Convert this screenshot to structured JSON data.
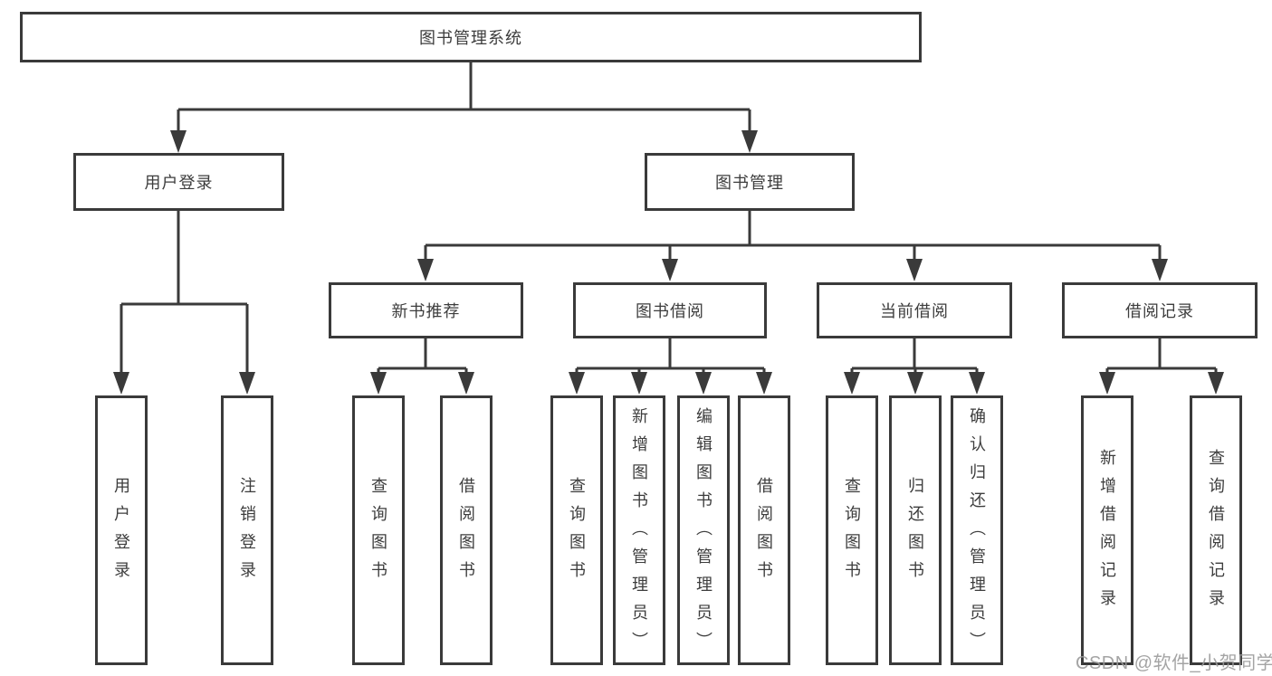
{
  "tree": {
    "root": {
      "label": "图书管理系统"
    },
    "user_login": {
      "label": "用户登录",
      "children": [
        {
          "label": "用户登录"
        },
        {
          "label": "注销登录"
        }
      ]
    },
    "book_management": {
      "label": "图书管理",
      "sections": [
        {
          "label": "新书推荐",
          "children": [
            {
              "label": "查询图书"
            },
            {
              "label": "借阅图书"
            }
          ]
        },
        {
          "label": "图书借阅",
          "children": [
            {
              "label": "查询图书"
            },
            {
              "label": "新增图书（管理员）"
            },
            {
              "label": "编辑图书（管理员）"
            },
            {
              "label": "借阅图书"
            }
          ]
        },
        {
          "label": "当前借阅",
          "children": [
            {
              "label": "查询图书"
            },
            {
              "label": "归还图书"
            },
            {
              "label": "确认归还（管理员）"
            }
          ]
        },
        {
          "label": "借阅记录",
          "children": [
            {
              "label": "新增借阅记录"
            },
            {
              "label": "查询借阅记录"
            }
          ]
        }
      ]
    }
  },
  "watermark": "CSDN @软件_小贺同学",
  "colors": {
    "line": "#3a3a3a",
    "box_border": "#3a3a3a",
    "text": "#3d3d3d",
    "background": "#ffffff",
    "watermark": "#9a9a9a"
  }
}
